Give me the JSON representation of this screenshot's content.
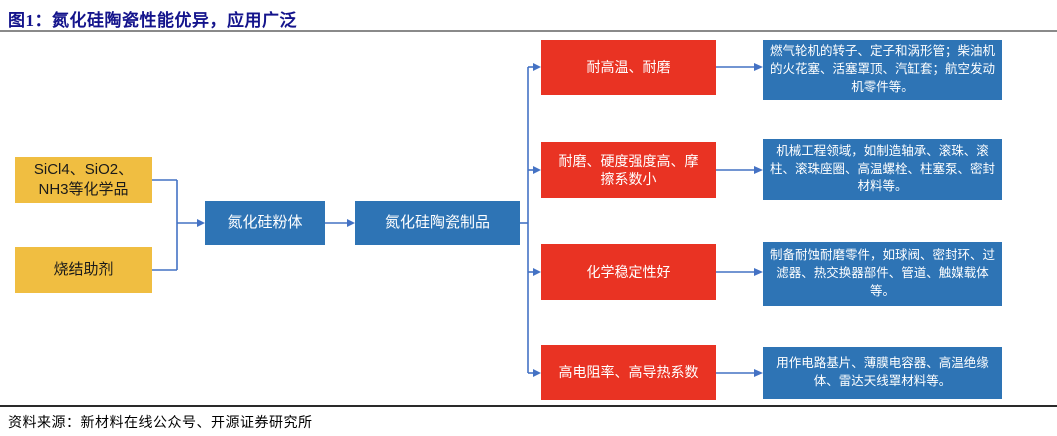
{
  "title": "图1：氮化硅陶瓷性能优异，应用广泛",
  "source": "资料来源：新材料在线公众号、开源证券研究所",
  "flow": {
    "inputs": [
      "SiCl4、SiO2、NH3等化学品",
      "烧结助剂"
    ],
    "stages": [
      "氮化硅粉体",
      "氮化硅陶瓷制品"
    ],
    "properties": [
      "耐高温、耐磨",
      "耐磨、硬度强度高、摩擦系数小",
      "化学稳定性好",
      "高电阻率、高导热系数"
    ],
    "applications": [
      "燃气轮机的转子、定子和涡形管；柴油机的火花塞、活塞罩顶、汽缸套；航空发动机零件等。",
      "机械工程领域，如制造轴承、滚珠、滚柱、滚珠座圈、高温螺栓、柱塞泵、密封材料等。",
      "制备耐蚀耐磨零件，如球阀、密封环、过滤器、热交换器部件、管道、触媒载体等。",
      "用作电路基片、薄膜电容器、高温绝缘体、雷达天线罩材料等。"
    ]
  },
  "colors": {
    "title_text": "#14148C",
    "input_box": "#F0BE41",
    "stage_box": "#2E74B5",
    "property_box": "#E93323",
    "application_box": "#2E74B5",
    "connector": "#4472C4"
  }
}
